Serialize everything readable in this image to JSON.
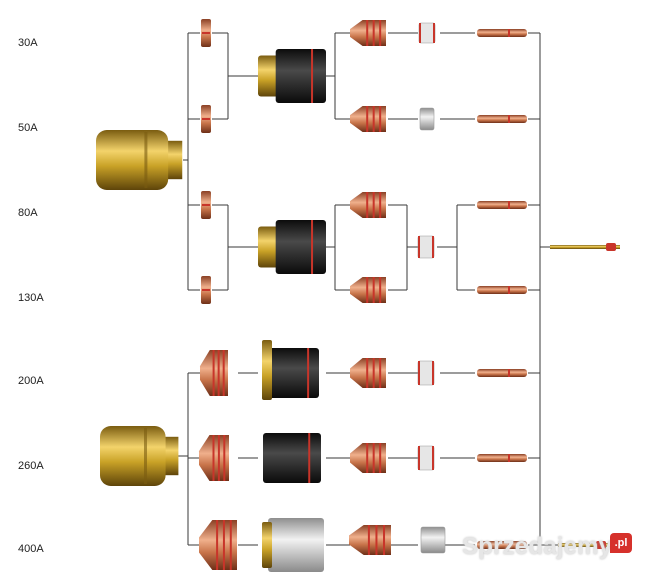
{
  "amperages": [
    "30A",
    "50A",
    "80A",
    "130A",
    "200A",
    "260A",
    "400A"
  ],
  "watermark": {
    "text": "Sprzedajemy",
    "badge": ".pl"
  },
  "colors": {
    "brass": "#c9a227",
    "brass_dark": "#7a5c10",
    "copper": "#c8744a",
    "copper_dark": "#8a4024",
    "red_ring": "#c8352a",
    "black": "#1c1c1c",
    "grey": "#bdbdbd",
    "line": "#3a3a3a"
  }
}
